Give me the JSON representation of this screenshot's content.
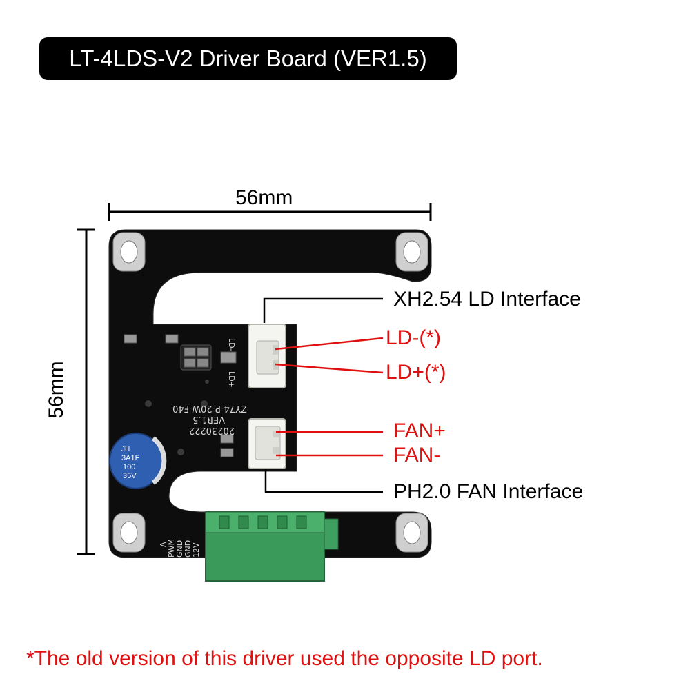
{
  "title": "LT-4LDS-V2 Driver Board (VER1.5)",
  "dimensions": {
    "width": "56mm",
    "height": "56mm"
  },
  "labels": {
    "xh_interface": "XH2.54 LD Interface",
    "ld_minus": "LD-(*)",
    "ld_plus": "LD+(*)",
    "fan_plus": "FAN+",
    "fan_minus": "FAN-",
    "ph_interface": "PH2.0 FAN Interface"
  },
  "footnote": "*The old version of this driver used the opposite LD port.",
  "board_silkscreen": {
    "part_no": "ZY74-P-20W-F40",
    "version": "VER1.5",
    "date": "20230222",
    "ld_minus": "LD-",
    "ld_plus": "LD+",
    "terminal": [
      "A",
      "PWM",
      "GND",
      "GND",
      "12V"
    ],
    "capacitor": [
      "JH",
      "3A1F",
      "100",
      "35V"
    ]
  },
  "colors": {
    "board": "#0d0d0d",
    "callout_red": "#e01010",
    "terminal_green": "#3a9a5a",
    "capacitor_blue": "#2f5fb0"
  }
}
